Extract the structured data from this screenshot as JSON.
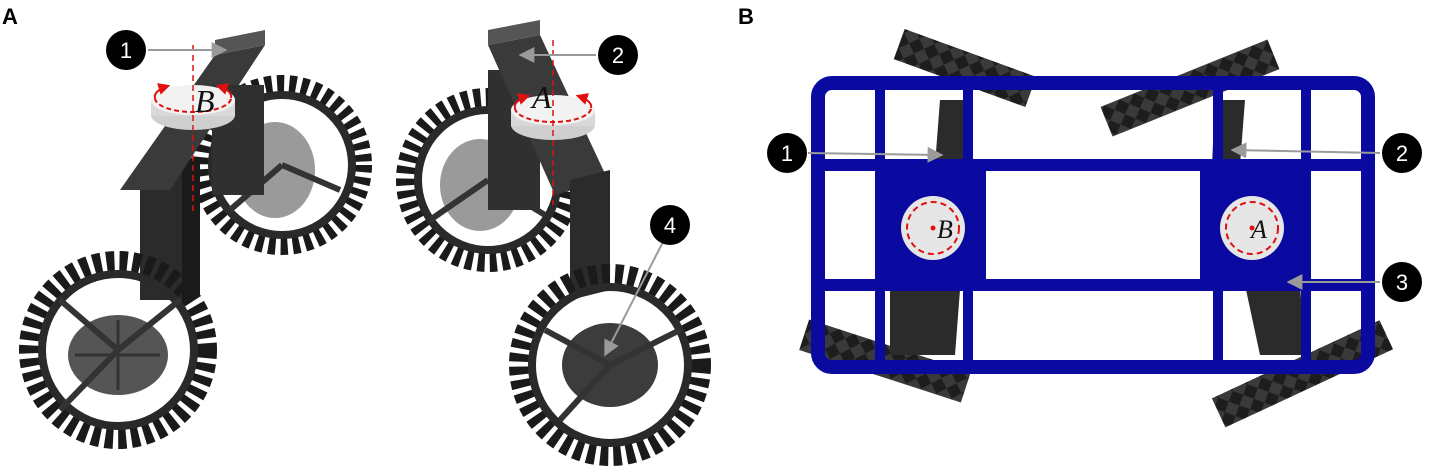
{
  "panels": {
    "a_label": "A",
    "b_label": "B"
  },
  "callouts": {
    "c1": "1",
    "c2": "2",
    "c3": "3",
    "c4": "4"
  },
  "axes": {
    "a": "A",
    "b": "B"
  },
  "colors": {
    "frame": "#0a0aa0",
    "body": "#2b2b2b",
    "tire": "#1a1a1a",
    "disc": "#e6e6e6",
    "dashed": "#e01010",
    "arrow": "#9a9a9a"
  }
}
